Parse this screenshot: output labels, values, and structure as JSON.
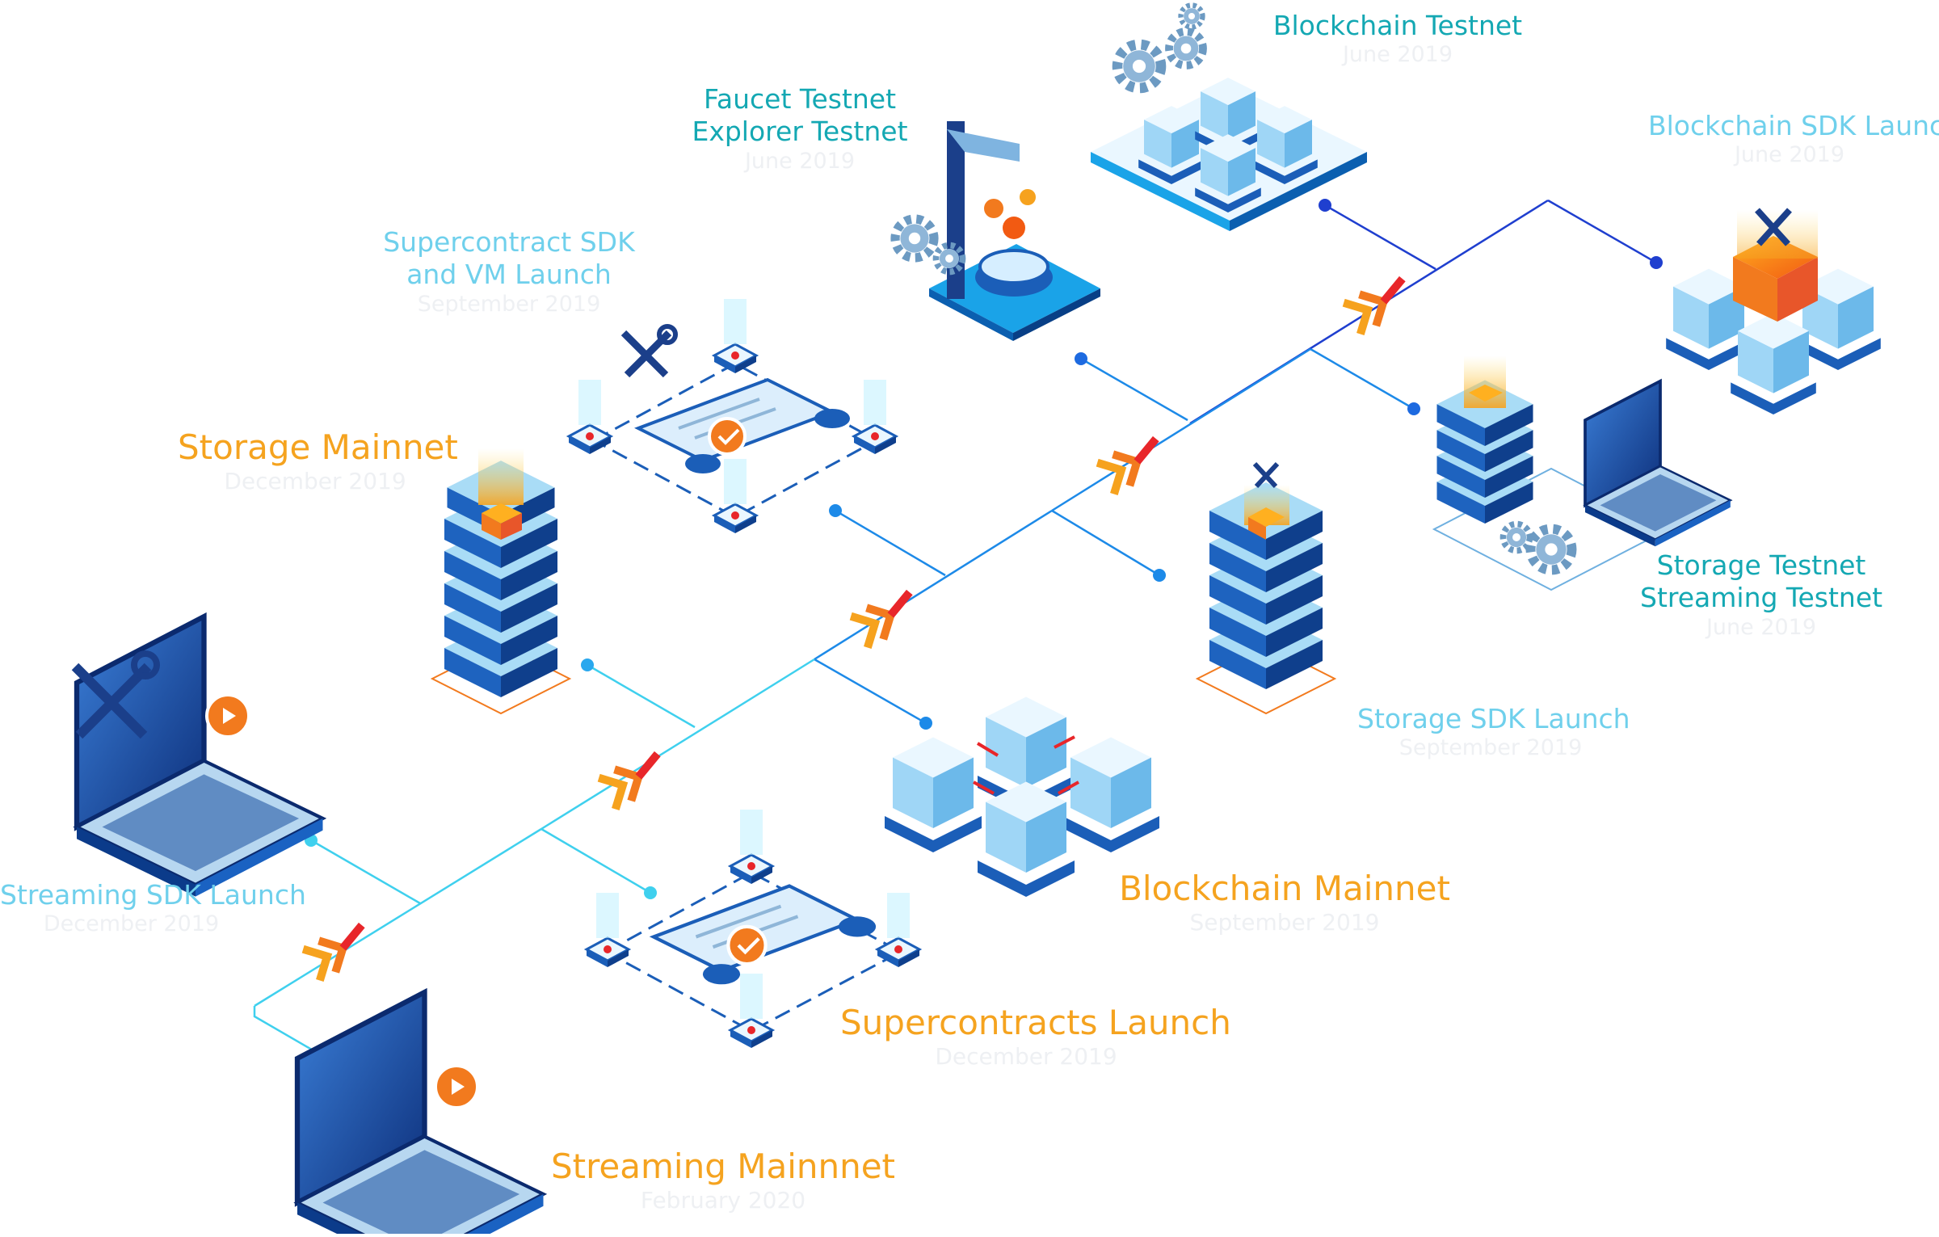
{
  "milestones": [
    {
      "id": "blockchain-testnet",
      "title_lines": [
        "Blockchain Testnet"
      ],
      "date": "June 2019"
    },
    {
      "id": "faucet-explorer",
      "title_lines": [
        "Faucet Testnet",
        "Explorer Testnet"
      ],
      "date": "June 2019"
    },
    {
      "id": "blockchain-sdk",
      "title_lines": [
        "Blockchain SDK Launch"
      ],
      "date": "June 2019"
    },
    {
      "id": "supercontract-sdk",
      "title_lines": [
        "Supercontract SDK",
        "and VM Launch"
      ],
      "date": "September 2019"
    },
    {
      "id": "storage-mainnet",
      "title_lines": [
        "Storage Mainnet"
      ],
      "date": "December 2019"
    },
    {
      "id": "storage-streaming-testnet",
      "title_lines": [
        "Storage Testnet",
        "Streaming Testnet"
      ],
      "date": "June 2019"
    },
    {
      "id": "storage-sdk",
      "title_lines": [
        "Storage SDK Launch"
      ],
      "date": "September 2019"
    },
    {
      "id": "streaming-sdk",
      "title_lines": [
        "Streaming SDK Launch"
      ],
      "date": "December 2019"
    },
    {
      "id": "blockchain-mainnet",
      "title_lines": [
        "Blockchain Mainnet"
      ],
      "date": "September 2019"
    },
    {
      "id": "supercontracts-launch",
      "title_lines": [
        "Supercontracts Launch"
      ],
      "date": "December 2019"
    },
    {
      "id": "streaming-mainnet",
      "title_lines": [
        "Streaming Mainnnet"
      ],
      "date": "February 2020"
    }
  ],
  "colors": {
    "teal": "#14a8b3",
    "light_blue": "#6fd0ec",
    "orange": "#f5a31f",
    "dark_line": "#1f3fcf",
    "mid_line": "#1d8ae8",
    "light_line": "#3fd0ee",
    "chevron_red": "#e8262a",
    "chevron_orange": "#f6a21e"
  },
  "icons": [
    "gear-icon",
    "server-stack-icon",
    "laptop-icon",
    "wrench-hammer-icon",
    "cube-cluster-icon",
    "scroll-document-icon",
    "faucet-icon",
    "chevron-arrow-icon"
  ]
}
